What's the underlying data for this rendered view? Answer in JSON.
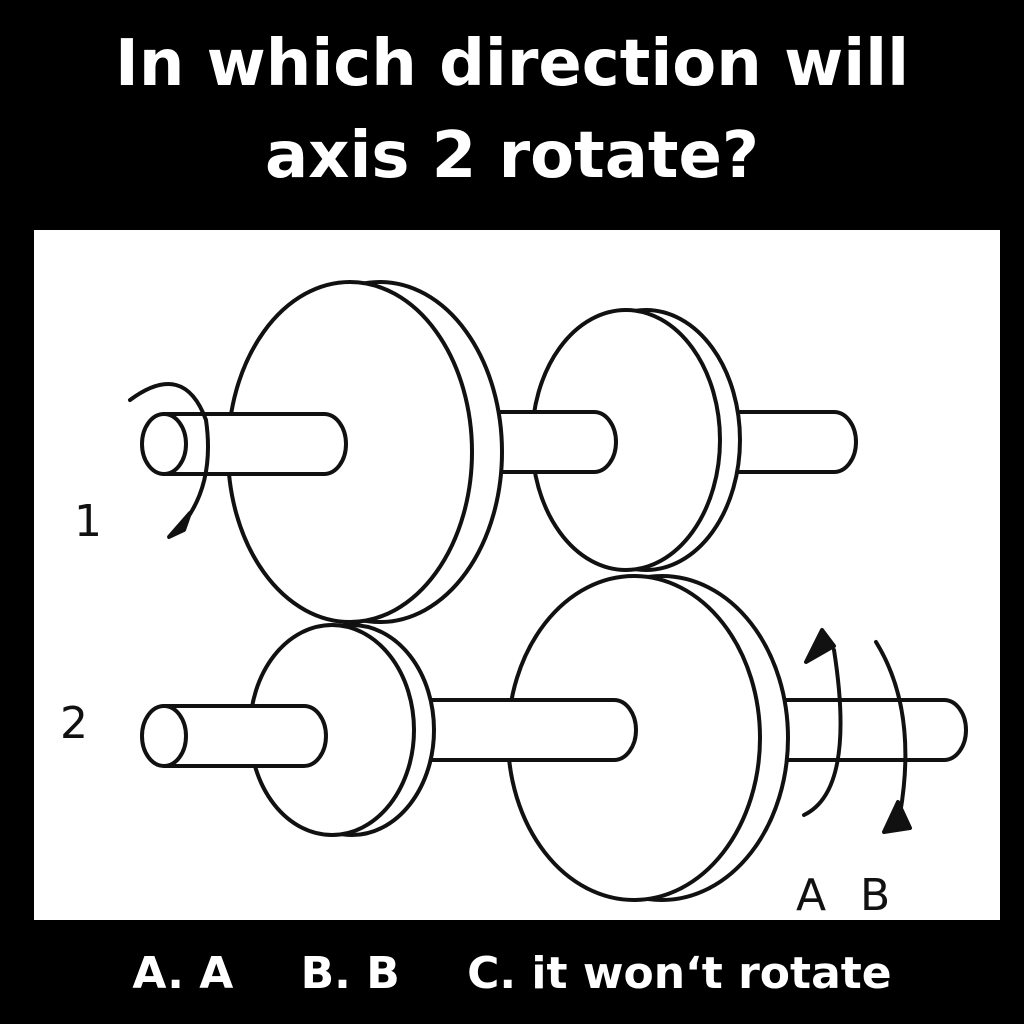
{
  "question": {
    "line1": "In which direction will",
    "line2": "axis 2 rotate?"
  },
  "diagram": {
    "axis1_label": "1",
    "axis2_label": "2",
    "arrow_a_label": "A",
    "arrow_b_label": "B"
  },
  "answers": {
    "a": "A. A",
    "b": "B. B",
    "c": "C. it won‘t rotate"
  },
  "colors": {
    "background": "#000000",
    "panel": "#ffffff",
    "ink": "#111111",
    "text": "#ffffff"
  }
}
